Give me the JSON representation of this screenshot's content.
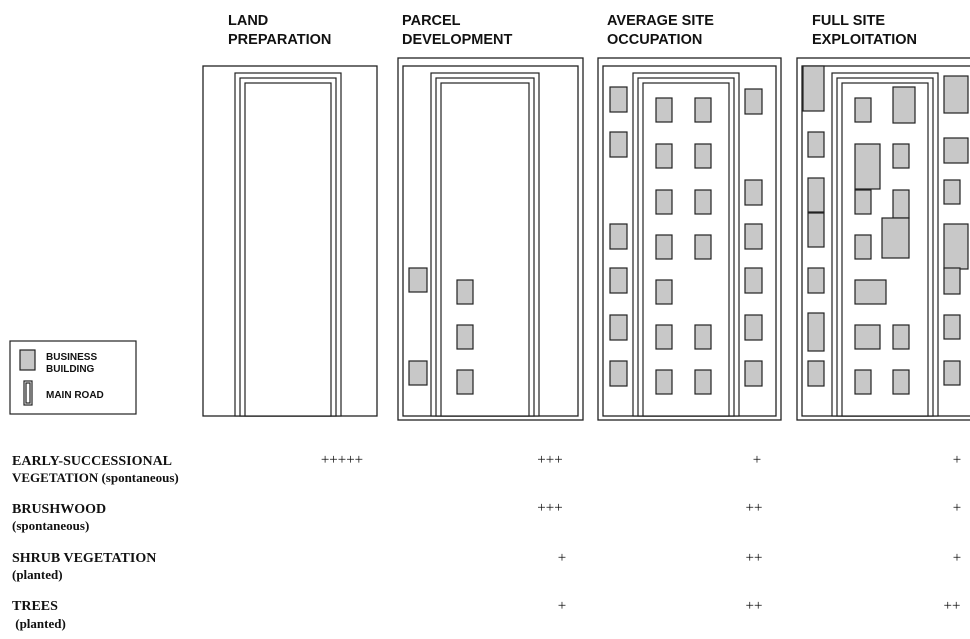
{
  "stages": [
    {
      "line1": "LAND",
      "line2": "PREPARATION",
      "buildings": 0
    },
    {
      "line1": "PARCEL",
      "line2": "DEVELOPMENT",
      "buildings": 5
    },
    {
      "line1": "AVERAGE SITE",
      "line2": "OCCUPATION",
      "buildings": 26
    },
    {
      "line1": "FULL SITE",
      "line2": "EXPLOITATION",
      "buildings": 30
    }
  ],
  "legend": {
    "building_line1": "BUSINESS",
    "building_line2": "BUILDING",
    "road": "MAIN ROAD"
  },
  "vegetation_rows": [
    {
      "name": "EARLY-SUCCESSIONAL",
      "sub": "VEGETATION (spontaneous)",
      "marks": [
        "+++++",
        "+++",
        "+",
        "+"
      ]
    },
    {
      "name": "BRUSHWOOD",
      "sub": "(spontaneous)",
      "marks": [
        "",
        "+++",
        "++",
        "+"
      ]
    },
    {
      "name": "SHRUB VEGETATION",
      "sub": "(planted)",
      "marks": [
        "",
        "+",
        "++",
        "+"
      ]
    },
    {
      "name": "TREES",
      "sub": " (planted)",
      "marks": [
        "",
        "+",
        "++",
        "++"
      ]
    }
  ],
  "colors": {
    "building_fill": "#c8c8c8",
    "stroke": "#222222"
  }
}
